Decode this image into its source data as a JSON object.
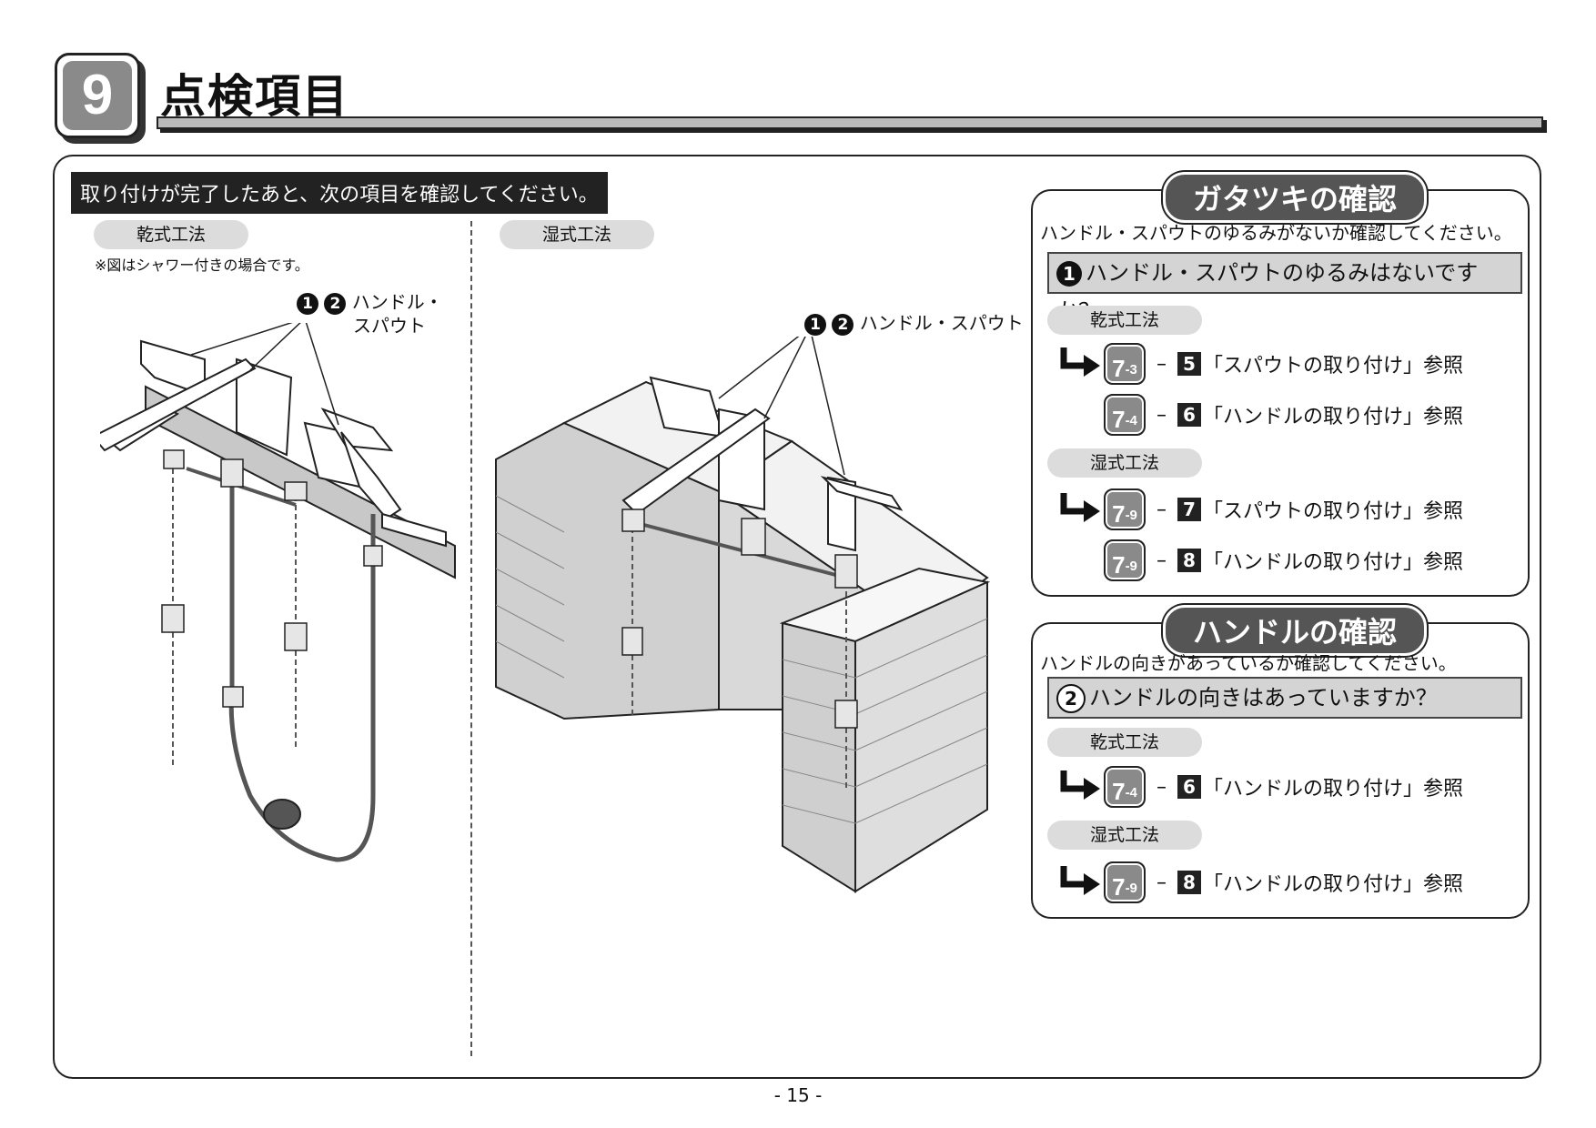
{
  "header": {
    "section_number": "9",
    "title": "点検項目"
  },
  "intro": "取り付けが完了したあと、次の項目を確認してください。",
  "left": {
    "dry_label": "乾式工法",
    "note": "※図はシャワー付きの場合です。",
    "callout_n1": "1",
    "callout_n2": "2",
    "callout_line1": "ハンドル・",
    "callout_line2": "スパウト"
  },
  "middle": {
    "wet_label": "湿式工法",
    "callout_n1": "1",
    "callout_n2": "2",
    "callout_text": "ハンドル・スパウト"
  },
  "panel1": {
    "title": "ガタツキの確認",
    "lead": "ハンドル・スパウトのゆるみがないか確認してください。",
    "question_num": "1",
    "question": "ハンドル・スパウトのゆるみはないですか？",
    "dry_label": "乾式工法",
    "wet_label": "湿式工法",
    "refs": [
      {
        "page": "7",
        "sub": "-3",
        "num": "5",
        "text": "「スパウトの取り付け」参照"
      },
      {
        "page": "7",
        "sub": "-4",
        "num": "6",
        "text": "「ハンドルの取り付け」参照"
      },
      {
        "page": "7",
        "sub": "-9",
        "num": "7",
        "text": "「スパウトの取り付け」参照"
      },
      {
        "page": "7",
        "sub": "-9",
        "num": "8",
        "text": "「ハンドルの取り付け」参照"
      }
    ]
  },
  "panel2": {
    "title": "ハンドルの確認",
    "lead": "ハンドルの向きがあっているか確認してください。",
    "question_num": "2",
    "question": "ハンドルの向きはあっていますか？",
    "dry_label": "乾式工法",
    "wet_label": "湿式工法",
    "refs": [
      {
        "page": "7",
        "sub": "-4",
        "num": "6",
        "text": "「ハンドルの取り付け」参照"
      },
      {
        "page": "7",
        "sub": "-9",
        "num": "8",
        "text": "「ハンドルの取り付け」参照"
      }
    ]
  },
  "footer": {
    "page": "- 15 -"
  },
  "colors": {
    "badge_gray": "#8a8a8a",
    "pill_gray": "#dcdcdc",
    "title_pill": "#555555"
  }
}
